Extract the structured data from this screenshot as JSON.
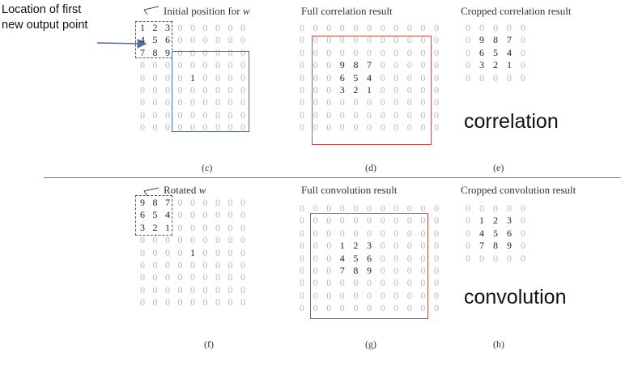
{
  "annotations": {
    "location_note_line1": "Location of first",
    "location_note_line2": "new output point",
    "correlation_label": "correlation",
    "convolution_label": "convolution"
  },
  "panels": {
    "c": {
      "title_prefix": "Initial position for ",
      "title_var": "w",
      "label": "(c)",
      "grid": [
        [
          "1",
          "2",
          "3",
          "0",
          "0",
          "0",
          "0",
          "0",
          "0"
        ],
        [
          "4",
          "5",
          "6",
          "0",
          "0",
          "0",
          "0",
          "0",
          "0"
        ],
        [
          "7",
          "8",
          "9",
          "0",
          "0",
          "0",
          "0",
          "0",
          "0"
        ],
        [
          "0",
          "0",
          "0",
          "0",
          "0",
          "0",
          "0",
          "0",
          "0"
        ],
        [
          "0",
          "0",
          "0",
          "0",
          "1",
          "0",
          "0",
          "0",
          "0"
        ],
        [
          "0",
          "0",
          "0",
          "0",
          "0",
          "0",
          "0",
          "0",
          "0"
        ],
        [
          "0",
          "0",
          "0",
          "0",
          "0",
          "0",
          "0",
          "0",
          "0"
        ],
        [
          "0",
          "0",
          "0",
          "0",
          "0",
          "0",
          "0",
          "0",
          "0"
        ],
        [
          "0",
          "0",
          "0",
          "0",
          "0",
          "0",
          "0",
          "0",
          "0"
        ]
      ]
    },
    "d": {
      "title": "Full correlation result",
      "label": "(d)",
      "grid": [
        [
          "0",
          "0",
          "0",
          "0",
          "0",
          "0",
          "0",
          "0",
          "0",
          "0",
          "0"
        ],
        [
          "0",
          "0",
          "0",
          "0",
          "0",
          "0",
          "0",
          "0",
          "0",
          "0",
          "0"
        ],
        [
          "0",
          "0",
          "0",
          "0",
          "0",
          "0",
          "0",
          "0",
          "0",
          "0",
          "0"
        ],
        [
          "0",
          "0",
          "0",
          "9",
          "8",
          "7",
          "0",
          "0",
          "0",
          "0",
          "0"
        ],
        [
          "0",
          "0",
          "0",
          "6",
          "5",
          "4",
          "0",
          "0",
          "0",
          "0",
          "0"
        ],
        [
          "0",
          "0",
          "0",
          "3",
          "2",
          "1",
          "0",
          "0",
          "0",
          "0",
          "0"
        ],
        [
          "0",
          "0",
          "0",
          "0",
          "0",
          "0",
          "0",
          "0",
          "0",
          "0",
          "0"
        ],
        [
          "0",
          "0",
          "0",
          "0",
          "0",
          "0",
          "0",
          "0",
          "0",
          "0",
          "0"
        ],
        [
          "0",
          "0",
          "0",
          "0",
          "0",
          "0",
          "0",
          "0",
          "0",
          "0",
          "0"
        ]
      ]
    },
    "e": {
      "title": "Cropped correlation result",
      "label": "(e)",
      "grid": [
        [
          "0",
          "0",
          "0",
          "0",
          "0"
        ],
        [
          "0",
          "9",
          "8",
          "7",
          "0"
        ],
        [
          "0",
          "6",
          "5",
          "4",
          "0"
        ],
        [
          "0",
          "3",
          "2",
          "1",
          "0"
        ],
        [
          "0",
          "0",
          "0",
          "0",
          "0"
        ]
      ]
    },
    "f": {
      "title_prefix": "Rotated ",
      "title_var": "w",
      "label": "(f)",
      "grid": [
        [
          "9",
          "8",
          "7",
          "0",
          "0",
          "0",
          "0",
          "0",
          "0"
        ],
        [
          "6",
          "5",
          "4",
          "0",
          "0",
          "0",
          "0",
          "0",
          "0"
        ],
        [
          "3",
          "2",
          "1",
          "0",
          "0",
          "0",
          "0",
          "0",
          "0"
        ],
        [
          "0",
          "0",
          "0",
          "0",
          "0",
          "0",
          "0",
          "0",
          "0"
        ],
        [
          "0",
          "0",
          "0",
          "0",
          "1",
          "0",
          "0",
          "0",
          "0"
        ],
        [
          "0",
          "0",
          "0",
          "0",
          "0",
          "0",
          "0",
          "0",
          "0"
        ],
        [
          "0",
          "0",
          "0",
          "0",
          "0",
          "0",
          "0",
          "0",
          "0"
        ],
        [
          "0",
          "0",
          "0",
          "0",
          "0",
          "0",
          "0",
          "0",
          "0"
        ],
        [
          "0",
          "0",
          "0",
          "0",
          "0",
          "0",
          "0",
          "0",
          "0"
        ]
      ]
    },
    "g": {
      "title": "Full convolution result",
      "label": "(g)",
      "grid": [
        [
          "0",
          "0",
          "0",
          "0",
          "0",
          "0",
          "0",
          "0",
          "0",
          "0",
          "0"
        ],
        [
          "0",
          "0",
          "0",
          "0",
          "0",
          "0",
          "0",
          "0",
          "0",
          "0",
          "0"
        ],
        [
          "0",
          "0",
          "0",
          "0",
          "0",
          "0",
          "0",
          "0",
          "0",
          "0",
          "0"
        ],
        [
          "0",
          "0",
          "0",
          "1",
          "2",
          "3",
          "0",
          "0",
          "0",
          "0",
          "0"
        ],
        [
          "0",
          "0",
          "0",
          "4",
          "5",
          "6",
          "0",
          "0",
          "0",
          "0",
          "0"
        ],
        [
          "0",
          "0",
          "0",
          "7",
          "8",
          "9",
          "0",
          "0",
          "0",
          "0",
          "0"
        ],
        [
          "0",
          "0",
          "0",
          "0",
          "0",
          "0",
          "0",
          "0",
          "0",
          "0",
          "0"
        ],
        [
          "0",
          "0",
          "0",
          "0",
          "0",
          "0",
          "0",
          "0",
          "0",
          "0",
          "0"
        ],
        [
          "0",
          "0",
          "0",
          "0",
          "0",
          "0",
          "0",
          "0",
          "0",
          "0",
          "0"
        ]
      ]
    },
    "h": {
      "title": "Cropped convolution result",
      "label": "(h)",
      "grid": [
        [
          "0",
          "0",
          "0",
          "0",
          "0"
        ],
        [
          "0",
          "1",
          "2",
          "3",
          "0"
        ],
        [
          "0",
          "4",
          "5",
          "6",
          "0"
        ],
        [
          "0",
          "7",
          "8",
          "9",
          "0"
        ],
        [
          "0",
          "0",
          "0",
          "0",
          "0"
        ]
      ]
    }
  },
  "colors": {
    "blue": "#4a6fa5",
    "red": "#c0504d",
    "divider": "#5b7fb8",
    "faint_digit": "#b8b8b8",
    "dark_digit": "#222222"
  }
}
